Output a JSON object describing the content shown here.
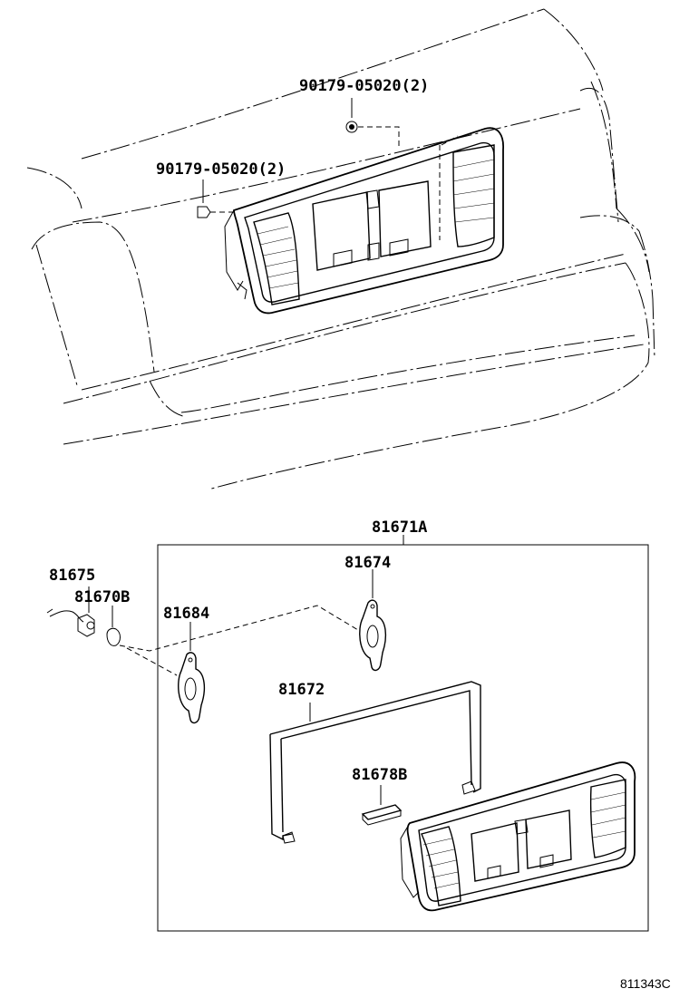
{
  "diagram": {
    "callouts": {
      "clip_upper": "90179-05020(2)",
      "clip_lower": "90179-05020(2)",
      "garnish_assy": "81671A",
      "socket": "81675",
      "bulb": "81670B",
      "lens_left": "81684",
      "lens_right": "81674",
      "gasket": "81672",
      "lamp_cover": "81678B"
    },
    "figure_code": "811343C"
  }
}
